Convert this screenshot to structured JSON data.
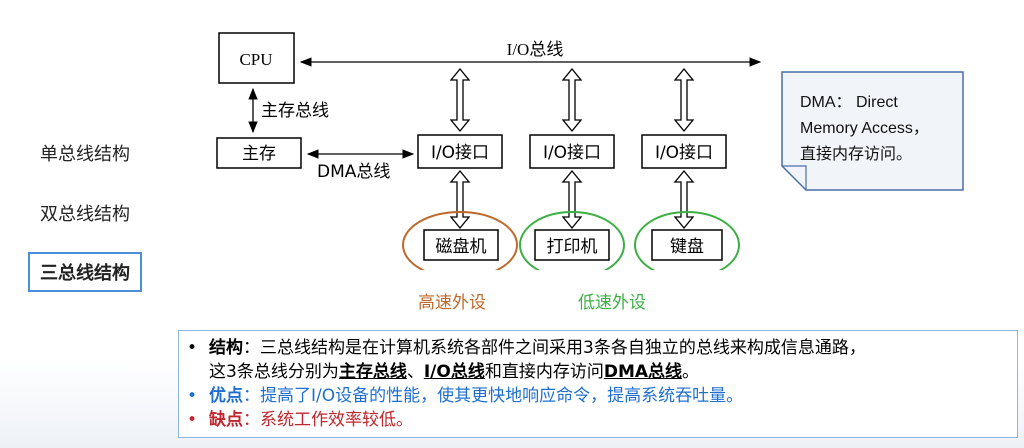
{
  "nav": {
    "items": [
      {
        "label": "单总线结构"
      },
      {
        "label": "双总线结构"
      },
      {
        "label": "三总线结构",
        "active": true
      }
    ]
  },
  "diagram": {
    "cpu": "CPU",
    "io_bus": "I/O总线",
    "main_bus": "主存总线",
    "memory": "主存",
    "dma_bus": "DMA总线",
    "io_interfaces": [
      "I/O接口",
      "I/O接口",
      "I/O接口"
    ],
    "devices": [
      "磁盘机",
      "打印机",
      "键盘"
    ],
    "high_speed_label": "高速外设",
    "low_speed_label": "低速外设",
    "colors": {
      "high_speed": "#c0692a",
      "low_speed": "#3cb043",
      "line": "#000000"
    }
  },
  "note": {
    "line1": "DMA： Direct",
    "line2": "Memory Access，",
    "line3": "直接内存访问。"
  },
  "info": {
    "structure_label": "结构",
    "structure_text_1": "：三总线结构是在计算机系统各部件之间采用3条各自独立的总线来构成信息通路，",
    "structure_text_2a": "这3条总线分别为",
    "structure_term_1": "主存总线",
    "structure_sep": "、",
    "structure_term_2": "I/O总线",
    "structure_text_2b": "和直接内存访问",
    "structure_term_3": "DMA总线",
    "structure_end": "。",
    "pro_label": "优点",
    "pro_text": "：提高了I/O设备的性能，使其更快地响应命令，提高系统吞吐量。",
    "con_label": "缺点",
    "con_text": "：系统工作效率较低。",
    "colors": {
      "pro": "#1f6fd1",
      "con": "#c0262d"
    }
  }
}
